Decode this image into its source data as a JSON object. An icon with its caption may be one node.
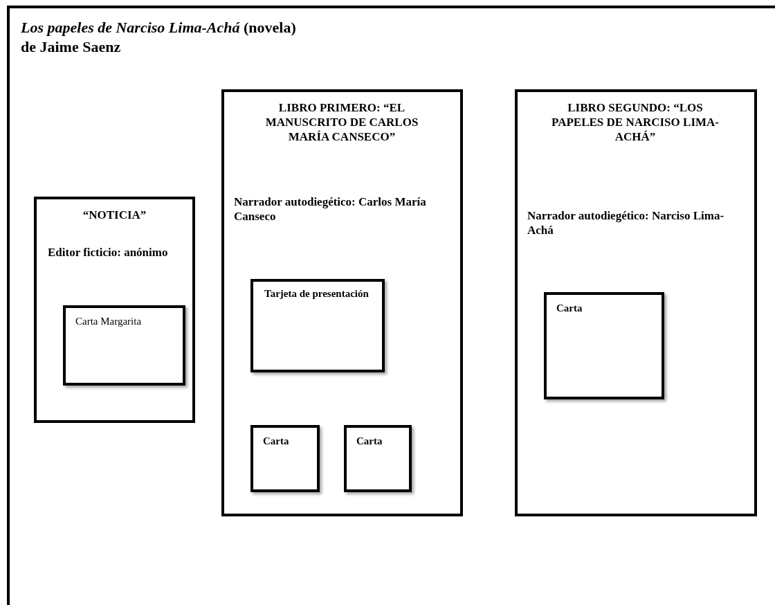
{
  "diagram": {
    "nodes": [
      {
        "text": [
          "*Los papeles de Narciso Lima-Achá* (novela)",
          "de Jaime Saenz"
        ]
      },
      {
        "text": [
          "“NOTICIA”",
          "Editor ficticio: anónimo"
        ],
        "in": 0
      },
      {
        "text": [
          "Carta Margarita"
        ],
        "in": 1
      },
      {
        "text": [
          "LIBRO PRIMERO: “EL MANUSCRITO DE CARLOS MARÍA CANSECO”",
          "Narrador autodiegético: Carlos María Canseco"
        ],
        "in": 0
      },
      {
        "text": [
          "Tarjeta de presentación"
        ],
        "in": 3
      },
      {
        "text": [
          "Carta"
        ],
        "in": 3
      },
      {
        "text": [
          "Carta"
        ],
        "in": 3
      },
      {
        "text": [
          "LIBRO SEGUNDO: “LOS PAPELES DE NARCISO LIMA-ACHÁ”",
          "Narrador autodiegético: Narciso Lima-Achá"
        ],
        "in": 0
      },
      {
        "text": [
          "Carta"
        ],
        "in": 7
      }
    ],
    "edges": []
  }
}
